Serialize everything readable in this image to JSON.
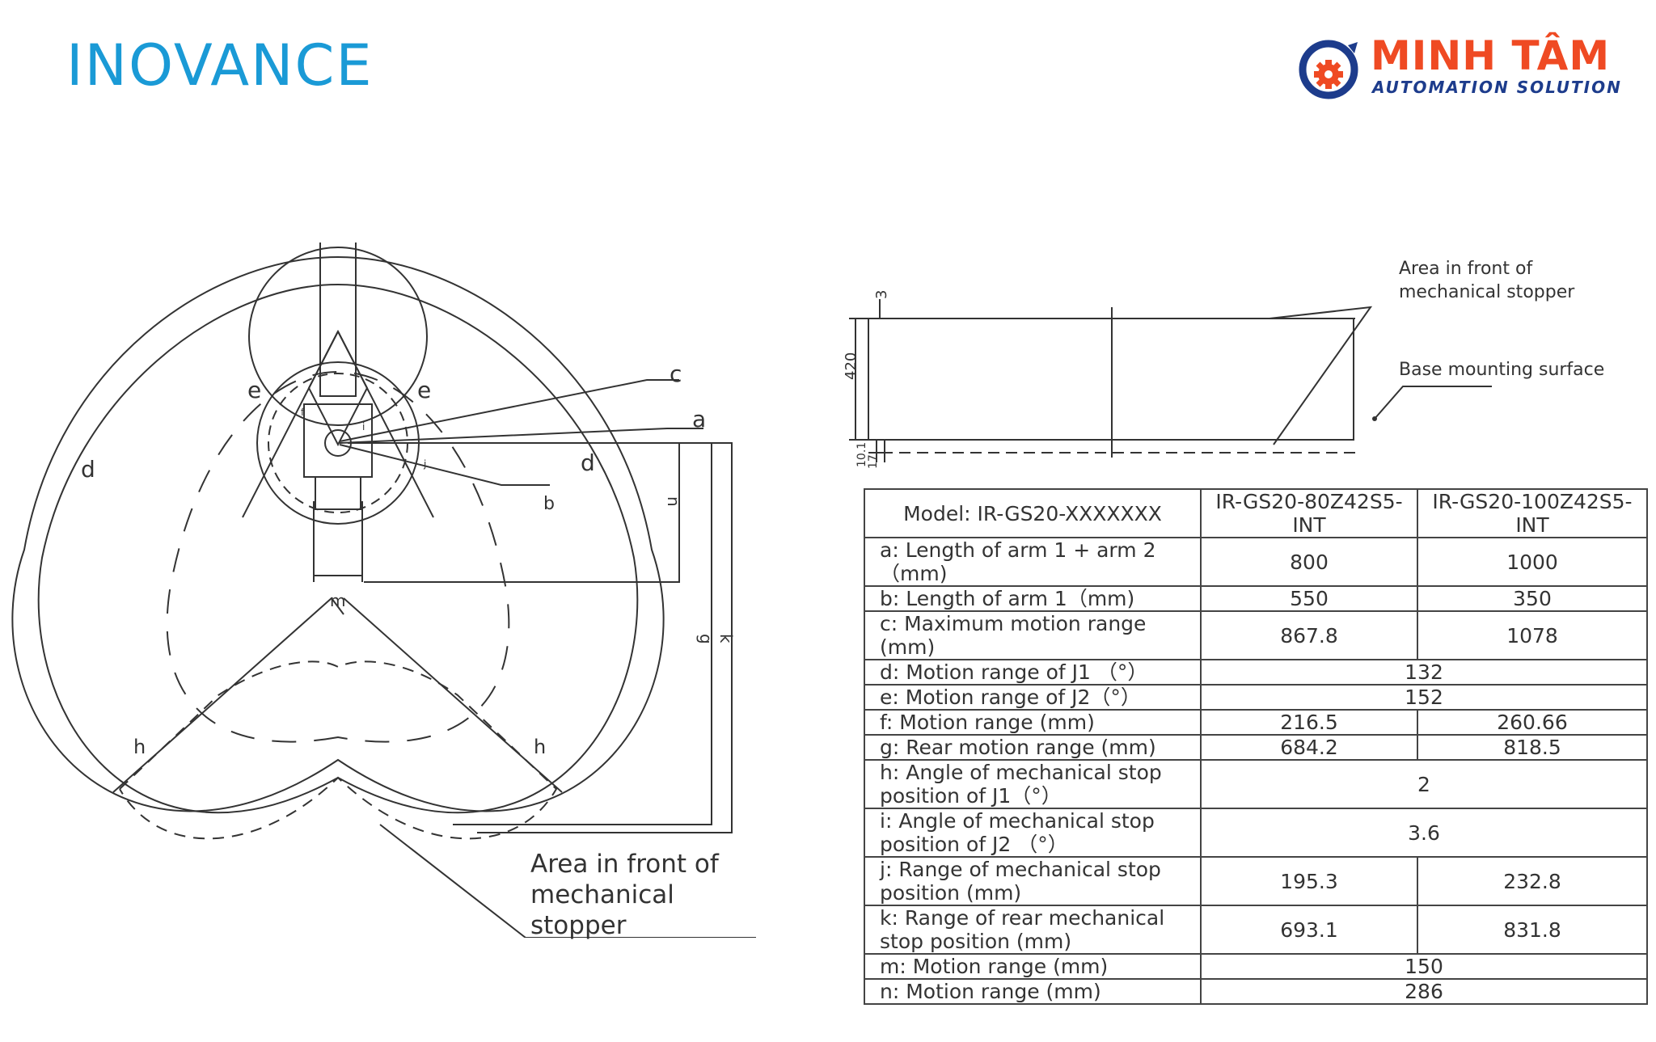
{
  "header": {
    "left_logo": "INOVANCE",
    "right_logo": {
      "name": "MINH TÂM",
      "tagline": "AUTOMATION SOLUTION"
    }
  },
  "colors": {
    "inovance_blue": "#1a9ad6",
    "minhtam_orange": "#ef4a23",
    "minhtam_navy": "#1d3c8c",
    "line": "#333333"
  },
  "top_view": {
    "labels": [
      "c",
      "a",
      "b",
      "e",
      "e",
      "d",
      "d",
      "h",
      "h",
      "m",
      "n",
      "g",
      "k",
      "f",
      "i",
      "j"
    ],
    "callout": "Area in front of mechanical stopper"
  },
  "side_view": {
    "dims": [
      "3",
      "420",
      "10.1",
      "17"
    ],
    "callouts": [
      "Area in front of mechanical stopper",
      "Base mounting surface"
    ]
  },
  "table": {
    "headers": [
      "Model: IR-GS20-XXXXXXX",
      "IR-GS20-80Z42S5-INT",
      "IR-GS20-100Z42S5-INT"
    ],
    "rows": [
      {
        "label": "a: Length of arm 1 + arm 2（mm)",
        "v1": "800",
        "v2": "1000"
      },
      {
        "label": "b: Length of arm 1（mm)",
        "v1": "550",
        "v2": "350"
      },
      {
        "label": "c: Maximum motion range (mm)",
        "v1": "867.8",
        "v2": "1078"
      },
      {
        "label": "d: Motion range of J1 （°）",
        "merged": "132"
      },
      {
        "label": "e: Motion range of J2（°）",
        "merged": "152"
      },
      {
        "label": "f: Motion range (mm)",
        "v1": "216.5",
        "v2": "260.66"
      },
      {
        "label": "g: Rear motion range (mm)",
        "v1": "684.2",
        "v2": "818.5"
      },
      {
        "label": "h: Angle of mechanical stop position of J1（°）",
        "merged": "2"
      },
      {
        "label": "i: Angle of mechanical stop position of J2 （°）",
        "merged": "3.6"
      },
      {
        "label": "j: Range of mechanical stop position (mm)",
        "v1": "195.3",
        "v2": "232.8"
      },
      {
        "label": "k: Range of rear mechanical stop position (mm)",
        "v1": "693.1",
        "v2": "831.8"
      },
      {
        "label": "m: Motion range (mm)",
        "merged": "150"
      },
      {
        "label": "n: Motion range (mm)",
        "merged": "286"
      }
    ]
  }
}
